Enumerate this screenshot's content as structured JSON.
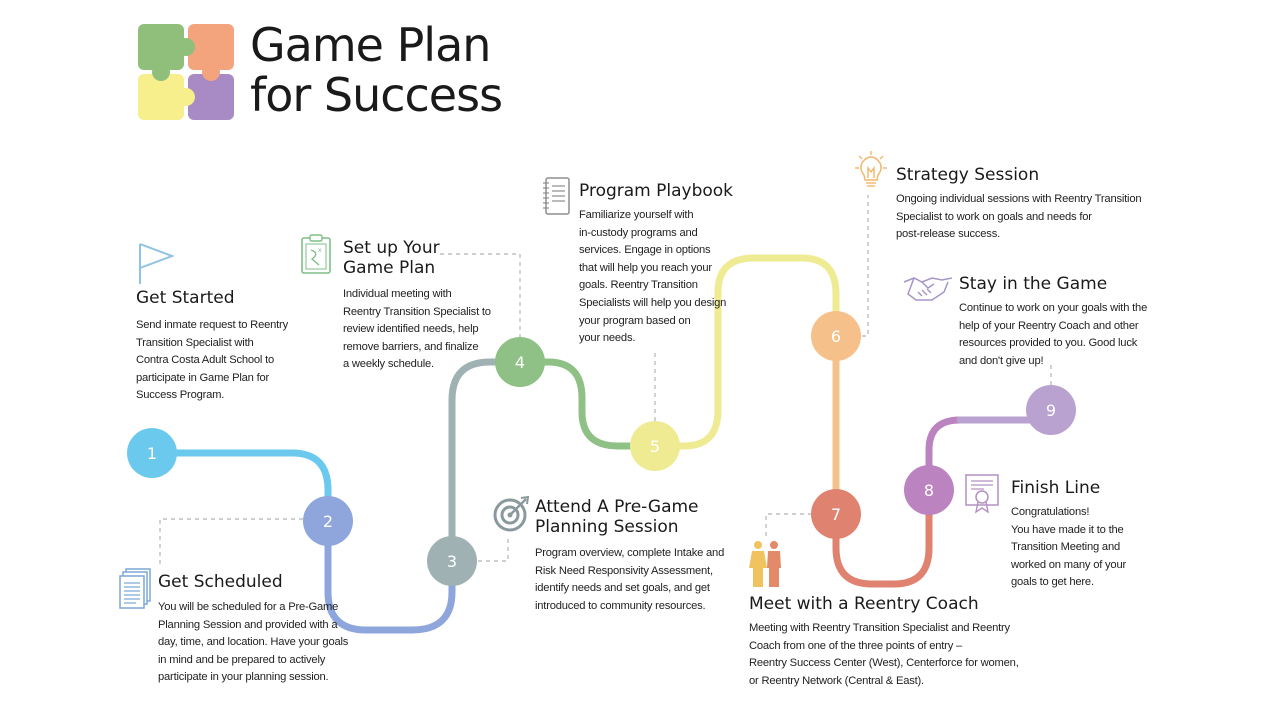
{
  "header": {
    "title_line1": "Game Plan",
    "title_line2": "for Success"
  },
  "colors": {
    "puzzle_green": "#8fbf7a",
    "puzzle_orange": "#f4a47c",
    "puzzle_yellow": "#f7ee8c",
    "puzzle_purple": "#a88ac4",
    "path_blue": "#6cc9ee",
    "path_periwinkle": "#8ea6dc",
    "path_gray": "#9fb1b2",
    "path_green": "#8fc085",
    "path_yellow": "#eeeb92",
    "path_orange": "#f5c08a",
    "path_red": "#df8270",
    "path_magenta": "#bb83bf",
    "path_lavender": "#b9a2cf"
  },
  "nodes": [
    {
      "label": "1"
    },
    {
      "label": "2"
    },
    {
      "label": "3"
    },
    {
      "label": "4"
    },
    {
      "label": "5"
    },
    {
      "label": "6"
    },
    {
      "label": "7"
    },
    {
      "label": "8"
    },
    {
      "label": "9"
    }
  ],
  "steps": [
    {
      "icon": "flag-icon",
      "title": "Get Started",
      "desc": "Send inmate request to Reentry\nTransition Specialist with\nContra Costa Adult School to\nparticipate in Game Plan for\nSuccess Program."
    },
    {
      "icon": "documents-icon",
      "title": "Get Scheduled",
      "desc": "You will be scheduled for a Pre-Game\nPlanning Session and provided with a\nday, time, and location. Have your goals\nin mind and be prepared to actively\nparticipate in your planning session."
    },
    {
      "icon": "target-icon",
      "title_line1": "Attend A Pre-Game",
      "title_line2": "Planning Session",
      "desc": "Program overview, complete Intake and\nRisk Need Responsivity Assessment,\nidentify needs and set goals, and get\nintroduced to community resources."
    },
    {
      "icon": "clipboard-icon",
      "title_line1": "Set up Your",
      "title_line2": "Game Plan",
      "desc": "Individual meeting with\nReentry Transition Specialist to\nreview identified needs, help\nremove barriers, and finalize\na weekly schedule."
    },
    {
      "icon": "notebook-icon",
      "title": "Program Playbook",
      "desc": "Familiarize yourself with\nin-custody programs and\nservices. Engage in options\nthat will help you reach your\ngoals. Reentry Transition\nSpecialists will help you design\nyour program based on\nyour needs."
    },
    {
      "icon": "lightbulb-icon",
      "title": "Strategy Session",
      "desc": "Ongoing individual sessions with Reentry Transition\nSpecialist to work on goals and needs for\npost-release success."
    },
    {
      "icon": "people-icon",
      "title": "Meet with a Reentry Coach",
      "desc": "Meeting with Reentry Transition Specialist and Reentry\nCoach from one of the three points of entry –\nReentry Success Center (West), Centerforce for women,\nor Reentry Network (Central & East)."
    },
    {
      "icon": "certificate-icon",
      "title": "Finish Line",
      "desc": "Congratulations!\nYou have made it to the\nTransition Meeting and\nworked on many of your\ngoals to get here."
    },
    {
      "icon": "handshake-icon",
      "title": "Stay in the Game",
      "desc": "Continue to work on your goals with the\nhelp of your Reentry Coach and other\nresources provided to you. Good luck\nand don't give up!"
    }
  ]
}
